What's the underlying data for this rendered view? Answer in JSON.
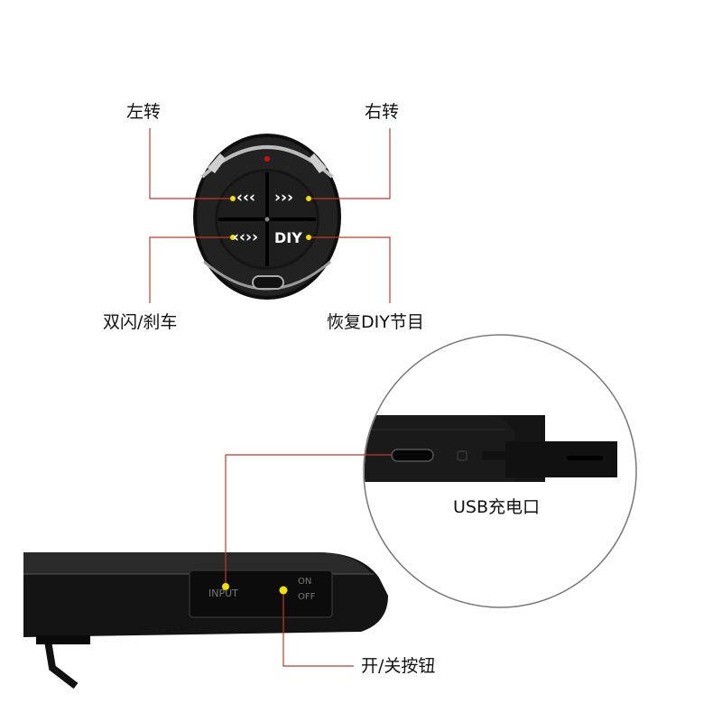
{
  "remote": {
    "labels": {
      "left_turn": "左转",
      "right_turn": "右转",
      "hazard_brake": "双闪/刹车",
      "diy_program": "恢复DIY节目"
    },
    "buttons": {
      "left_glyph": "‹‹‹",
      "right_glyph": "›››",
      "hazard_glyph": "‹‹››",
      "diy_glyph": "DIY"
    }
  },
  "device": {
    "input_label": "INPUT",
    "switch_on": "ON",
    "switch_off": "OFF",
    "usb_label": "USB充电口",
    "power_label": "开/关按钮"
  },
  "colors": {
    "leader_line": "#c0392b",
    "indicator_dot": "#f0e000",
    "device_body": "#141414",
    "remote_body": "#1a1a1a"
  }
}
